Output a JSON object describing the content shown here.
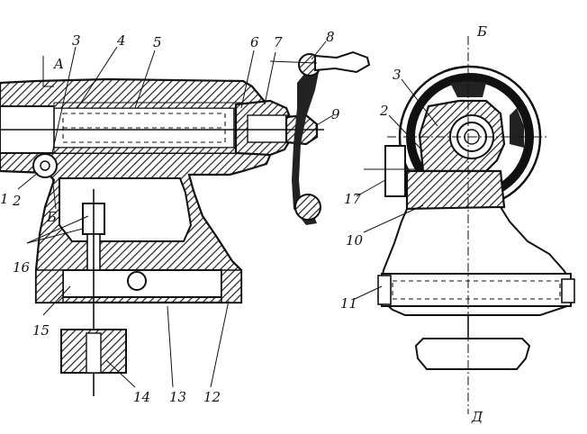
{
  "diagram": {
    "section_mark_left": "A",
    "section_mark_top_right": "Б",
    "section_mark_bottom_right": "Д",
    "labels": {
      "l1": "1",
      "l2": "2",
      "l3": "3",
      "l4": "4",
      "l5": "5",
      "l6": "6",
      "l7": "7",
      "l8": "8",
      "l9": "9",
      "l16": "16",
      "l15": "15",
      "l14": "14",
      "l13": "13",
      "l12": "12",
      "lB": "Б",
      "r3": "3",
      "r2": "2",
      "r17": "17",
      "r10": "10",
      "r11": "11"
    }
  }
}
